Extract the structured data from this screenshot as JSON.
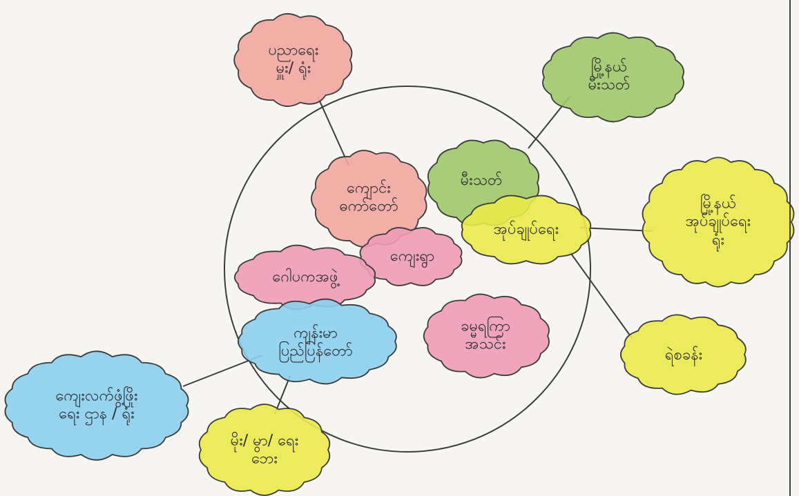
{
  "colors": {
    "red": "#f2a7a0",
    "pink": "#ef9cb6",
    "green": "#9fc96a",
    "yellow": "#ecea4a",
    "blue": "#8ccfee",
    "ink": "#2a2a2a",
    "paper": "#f6f5f1"
  },
  "nodes": {
    "community_hall": {
      "line1": "ပညာရေး",
      "line2": "မှူး/ ရုံး"
    },
    "monastery": {
      "line1": "ကျောင်း",
      "line2": "ဓကာ်တော်"
    },
    "fire_station": {
      "line1": "မီးသတ်"
    },
    "township_fire": {
      "line1": "မြို့နယ်",
      "line2": "မီးသတ်"
    },
    "police": {
      "line1": "အုပ်ချုပ်ရေး"
    },
    "township_police": {
      "line1": "မြို့နယ်",
      "line2": "အုပ်ချုပ်ရေး",
      "line3": "ရုံး"
    },
    "red_cross": {
      "line1": "ဂေါပကအဖွဲ့"
    },
    "village_school": {
      "line1": "ကျေးရွာ"
    },
    "teachers": {
      "line1": "ရဲစခန်း"
    },
    "health": {
      "line1": "ကျန်းမာ",
      "line2": "ပြည်ပြန်တော်"
    },
    "women_assoc": {
      "line1": "ခမ္မရကြာ",
      "line2": "အသင်း"
    },
    "village_dev": {
      "line1": "ကျေးလက်ဖွံ့ဖြိုး",
      "line2": "ရေး ဌာန / ရုံး"
    },
    "weather": {
      "line1": "မိုး/ မွာ/ ရေး",
      "line2": "ဘေး"
    }
  }
}
